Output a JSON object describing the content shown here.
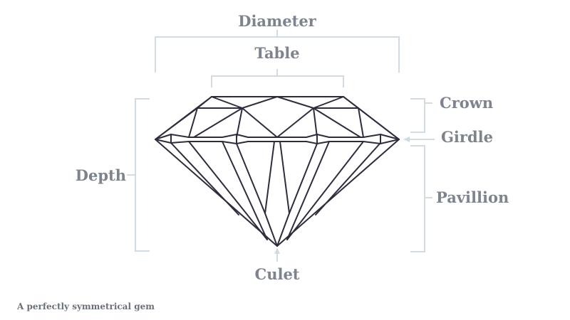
{
  "colors": {
    "outline": "#2f2c3e",
    "bracket": "#d3dbe2",
    "label": "#7d848d",
    "caption": "#6a707a"
  },
  "labels": {
    "diameter": "Diameter",
    "table": "Table",
    "crown": "Crown",
    "girdle": "Girdle",
    "depth": "Depth",
    "pavillion": "Pavillion",
    "culet": "Culet"
  },
  "caption": "A perfectly symmetrical gem"
}
